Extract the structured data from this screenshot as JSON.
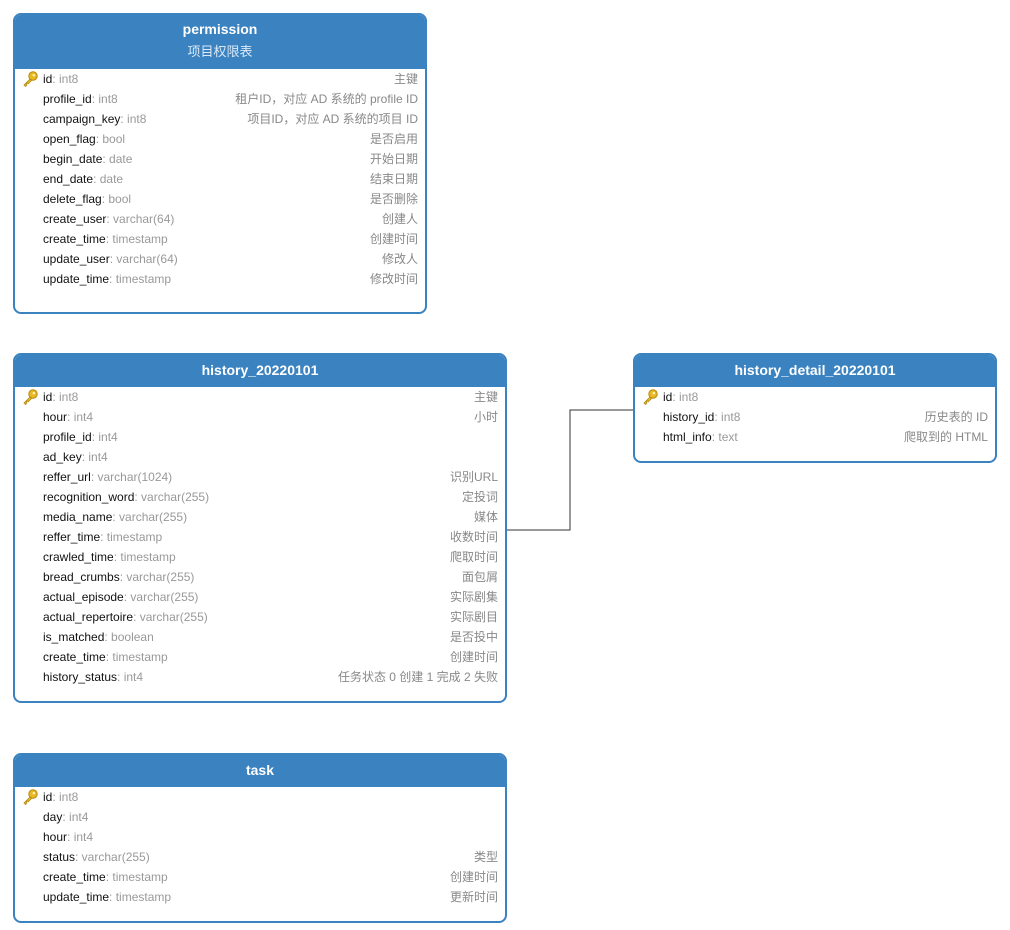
{
  "tables": [
    {
      "id": "permission",
      "name": "permission",
      "comment": "项目权限表",
      "columns": [
        {
          "name": "id",
          "type": "int8",
          "comment": "主键",
          "pk": true
        },
        {
          "name": "profile_id",
          "type": "int8",
          "comment": "租户ID，对应 AD 系统的 profile ID"
        },
        {
          "name": "campaign_key",
          "type": "int8",
          "comment": "项目ID，对应 AD 系统的项目 ID"
        },
        {
          "name": "open_flag",
          "type": "bool",
          "comment": "是否启用"
        },
        {
          "name": "begin_date",
          "type": "date",
          "comment": "开始日期"
        },
        {
          "name": "end_date",
          "type": "date",
          "comment": "结束日期"
        },
        {
          "name": "delete_flag",
          "type": "bool",
          "comment": "是否删除"
        },
        {
          "name": "create_user",
          "type": "varchar(64)",
          "comment": "创建人"
        },
        {
          "name": "create_time",
          "type": "timestamp",
          "comment": "创建时间"
        },
        {
          "name": "update_user",
          "type": "varchar(64)",
          "comment": "修改人"
        },
        {
          "name": "update_time",
          "type": "timestamp",
          "comment": "修改时间"
        }
      ]
    },
    {
      "id": "history_20220101",
      "name": "history_20220101",
      "comment": "",
      "columns": [
        {
          "name": "id",
          "type": "int8",
          "comment": "主键",
          "pk": true
        },
        {
          "name": "hour",
          "type": "int4",
          "comment": "小时"
        },
        {
          "name": "profile_id",
          "type": "int4",
          "comment": ""
        },
        {
          "name": "ad_key",
          "type": "int4",
          "comment": ""
        },
        {
          "name": "reffer_url",
          "type": "varchar(1024)",
          "comment": "识别URL"
        },
        {
          "name": "recognition_word",
          "type": "varchar(255)",
          "comment": "定投词"
        },
        {
          "name": "media_name",
          "type": "varchar(255)",
          "comment": "媒体"
        },
        {
          "name": "reffer_time",
          "type": "timestamp",
          "comment": "收数时间"
        },
        {
          "name": "crawled_time",
          "type": "timestamp",
          "comment": "爬取时间"
        },
        {
          "name": "bread_crumbs",
          "type": "varchar(255)",
          "comment": "面包屑"
        },
        {
          "name": "actual_episode",
          "type": "varchar(255)",
          "comment": "实际剧集"
        },
        {
          "name": "actual_repertoire",
          "type": "varchar(255)",
          "comment": "实际剧目"
        },
        {
          "name": "is_matched",
          "type": "boolean",
          "comment": "是否投中"
        },
        {
          "name": "create_time",
          "type": "timestamp",
          "comment": "创建时间"
        },
        {
          "name": "history_status",
          "type": "int4",
          "comment": "任务状态 0 创建 1 完成 2 失败"
        }
      ]
    },
    {
      "id": "history_detail_20220101",
      "name": "history_detail_20220101",
      "comment": "",
      "columns": [
        {
          "name": "id",
          "type": "int8",
          "comment": "",
          "pk": true
        },
        {
          "name": "history_id",
          "type": "int8",
          "comment": "历史表的 ID"
        },
        {
          "name": "html_info",
          "type": "text",
          "comment": "爬取到的 HTML"
        }
      ]
    },
    {
      "id": "task",
      "name": "task",
      "comment": "",
      "columns": [
        {
          "name": "id",
          "type": "int8",
          "comment": "",
          "pk": true
        },
        {
          "name": "day",
          "type": "int4",
          "comment": ""
        },
        {
          "name": "hour",
          "type": "int4",
          "comment": ""
        },
        {
          "name": "status",
          "type": "varchar(255)",
          "comment": "类型"
        },
        {
          "name": "create_time",
          "type": "timestamp",
          "comment": "创建时间"
        },
        {
          "name": "update_time",
          "type": "timestamp",
          "comment": "更新时间"
        }
      ]
    }
  ],
  "relations": [
    {
      "from": "history_20220101",
      "to": "history_detail_20220101",
      "to_column": "history_id"
    }
  ],
  "colors": {
    "accent": "#3a82c0",
    "key": "#e8b923"
  }
}
